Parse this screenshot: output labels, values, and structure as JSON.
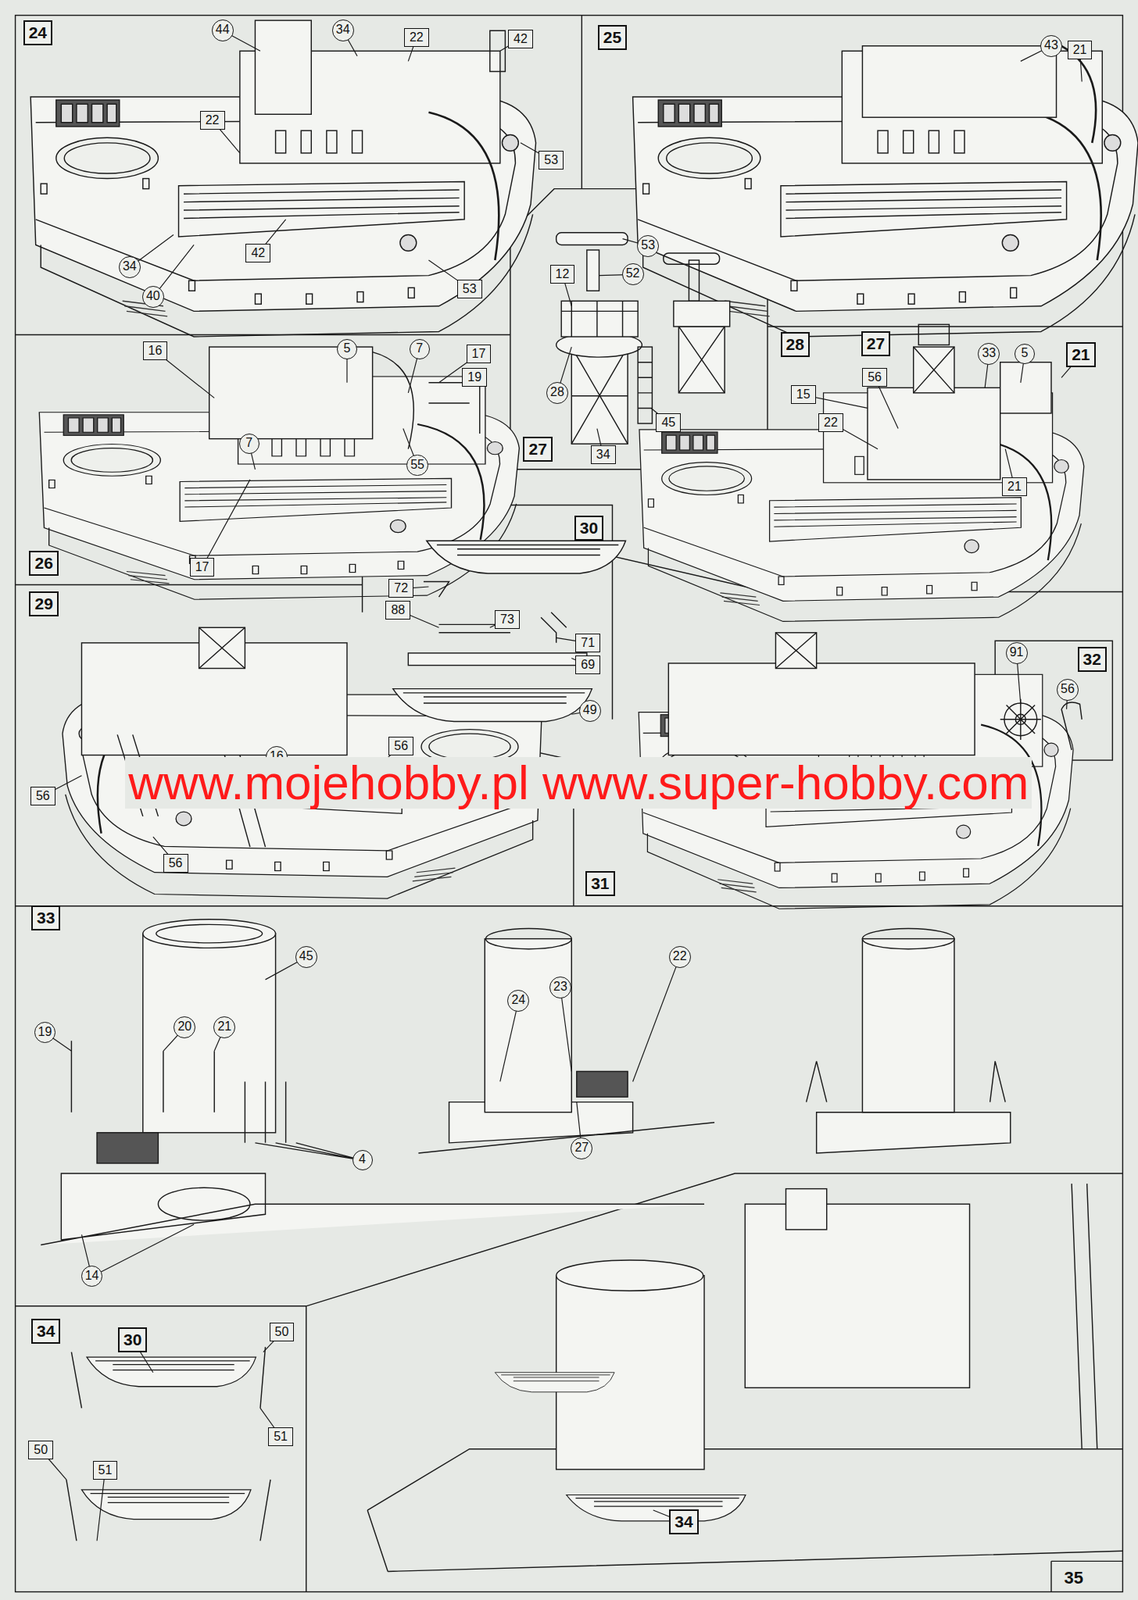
{
  "diagram": {
    "labels": [
      "24",
      "44",
      "34",
      "22",
      "42",
      "22",
      "53",
      "34",
      "42",
      "40",
      "53",
      "25",
      "43",
      "21",
      "53",
      "12",
      "52",
      "28",
      "45",
      "34",
      "27",
      "16",
      "5",
      "7",
      "17",
      "19",
      "7",
      "55",
      "17",
      "26",
      "28",
      "27",
      "33",
      "5",
      "21",
      "56",
      "15",
      "22",
      "21",
      "29",
      "16",
      "56",
      "56",
      "56",
      "30",
      "72",
      "88",
      "73",
      "71",
      "69",
      "49",
      "31",
      "91",
      "56",
      "32",
      "www.mojehobby.pl www.super-hobby.com",
      "33",
      "45",
      "19",
      "20",
      "21",
      "4",
      "14",
      "24",
      "23",
      "22",
      "27",
      "34",
      "30",
      "50",
      "51",
      "50",
      "51",
      "34",
      "35"
    ]
  }
}
